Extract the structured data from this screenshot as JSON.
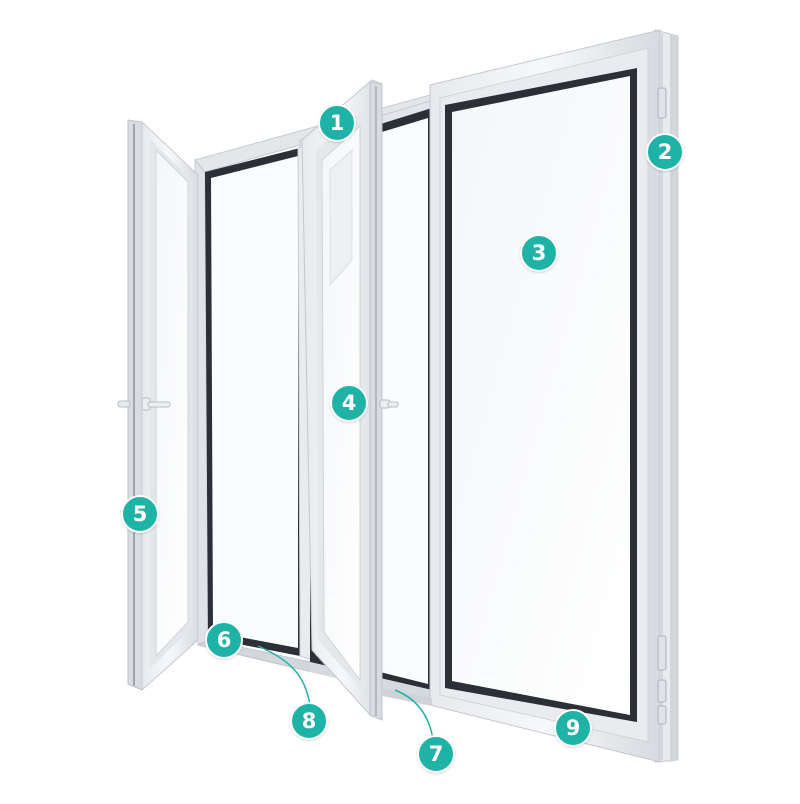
{
  "colors": {
    "callout": "#1fb3a8",
    "frame_light": "#f3f4f6",
    "frame_mid": "#dfe2e6",
    "frame_dark": "#b9bec5",
    "gasket": "#2b2f36",
    "glass": "#fbfcfd",
    "leader": "#1fb3a8"
  },
  "callouts": [
    {
      "label": "1"
    },
    {
      "label": "2"
    },
    {
      "label": "3"
    },
    {
      "label": "4"
    },
    {
      "label": "5"
    },
    {
      "label": "6"
    },
    {
      "label": "7"
    },
    {
      "label": "8"
    },
    {
      "label": "9"
    }
  ],
  "icons": {
    "handle_left": "handle-icon",
    "handle_middle": "handle-icon",
    "hinges": "hinge-icon"
  }
}
